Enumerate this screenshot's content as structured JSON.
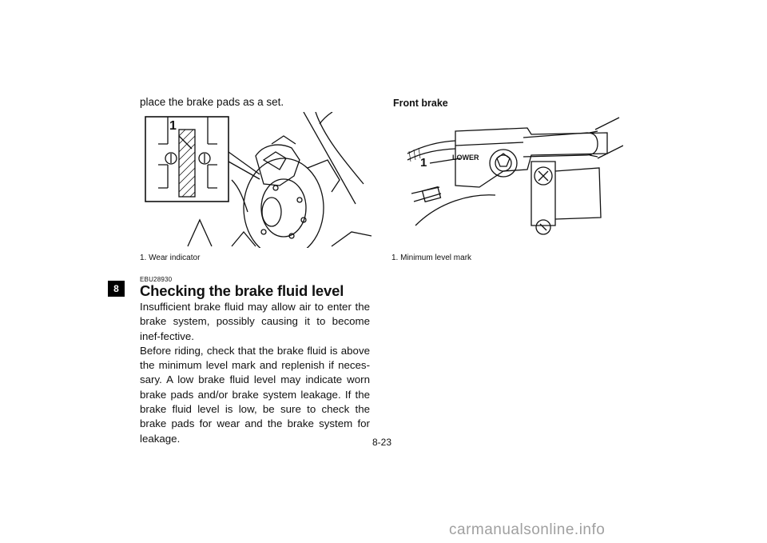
{
  "side_tab": "8",
  "left": {
    "intro": "place the brake pads as a set.",
    "figure": {
      "callout": "1",
      "caption": "1.  Wear indicator"
    },
    "section_code": "EBU28930",
    "heading": "Checking the brake fluid level",
    "paragraphs": [
      "Insufficient brake fluid may allow air to enter the brake system, possibly causing it to become inef-fective.",
      "Before riding, check that the brake fluid is above the minimum level mark and replenish if neces-sary. A low brake fluid level may indicate worn brake pads and/or brake system leakage. If the brake fluid level is low, be sure to check the brake pads for wear and the brake system for leakage."
    ]
  },
  "right": {
    "title": "Front brake",
    "figure": {
      "label": "LOWER",
      "callout": "1",
      "caption": "1.  Minimum level mark"
    }
  },
  "page_number": "8-23",
  "footer": "carmanualsonline.info"
}
